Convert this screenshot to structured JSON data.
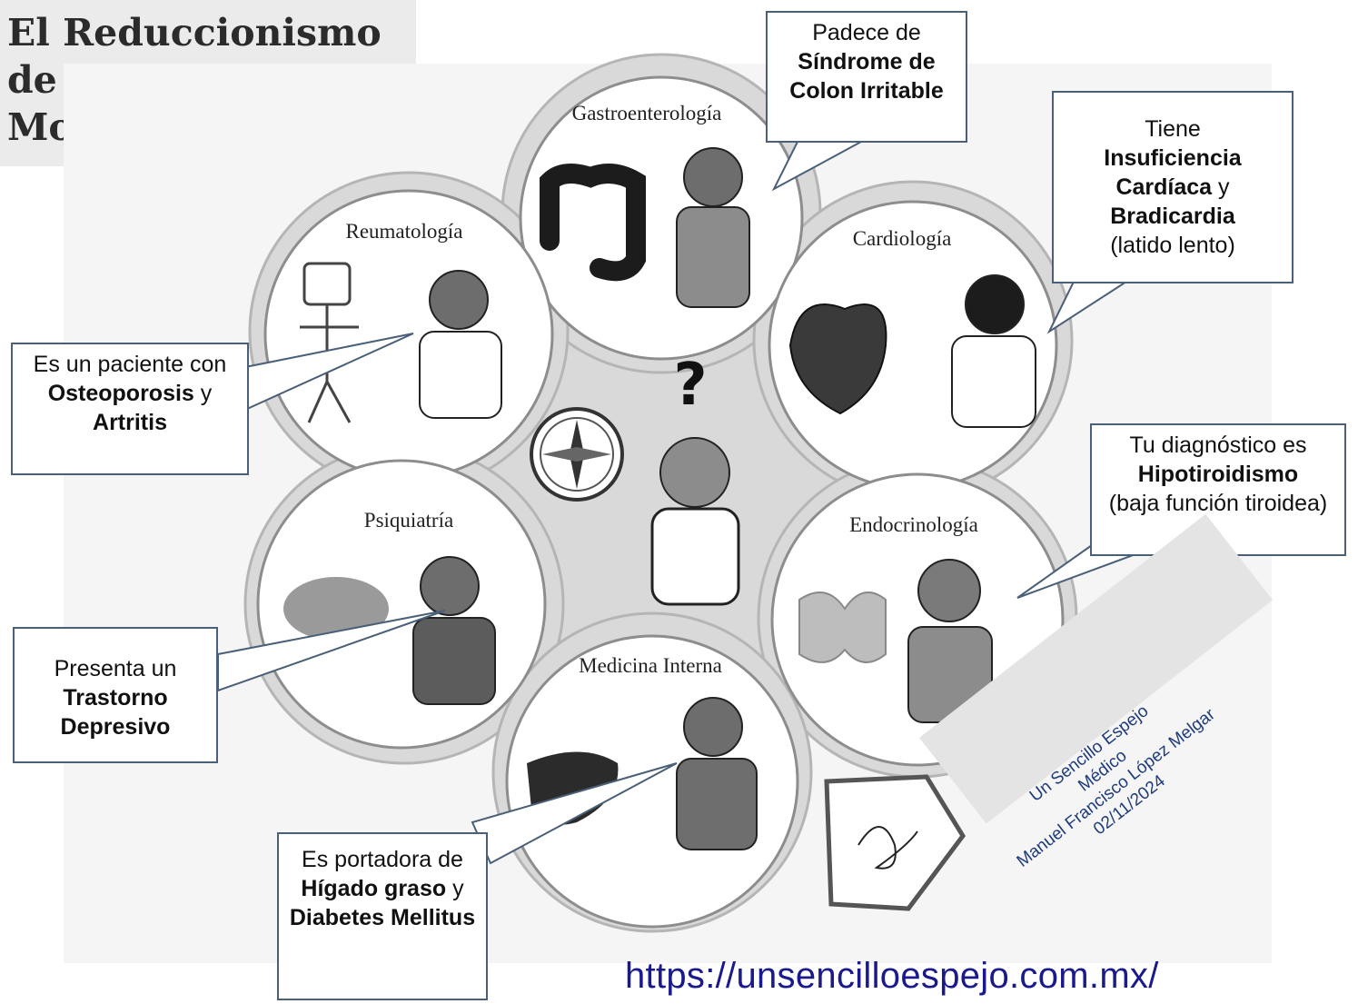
{
  "title": "El Reduccionismo\n de La Medicina\nModerna",
  "specialties": [
    {
      "key": "gastro",
      "label": "Gastroenterología"
    },
    {
      "key": "reuma",
      "label": "Reumatología"
    },
    {
      "key": "cardio",
      "label": "Cardiología"
    },
    {
      "key": "psiq",
      "label": "Psiquiatría"
    },
    {
      "key": "endo",
      "label": "Endocrinología"
    },
    {
      "key": "interna",
      "label": "Medicina Interna"
    }
  ],
  "callouts": {
    "gastro": {
      "pre": "Padece de",
      "bold": "Síndrome de Colon Irritable",
      "post": ""
    },
    "cardio": {
      "pre": "Tiene",
      "bold1": "Insuficiencia Cardíaca",
      "mid": " y ",
      "bold2": "Bradicardia",
      "post": "(latido lento)"
    },
    "reuma": {
      "pre": "Es un paciente con",
      "bold1": "Osteoporosis",
      "mid": " y ",
      "bold2": "Artritis"
    },
    "endo": {
      "pre": "Tu diagnóstico es",
      "bold": "Hipotiroidismo",
      "post": "(baja función tiroidea)"
    },
    "psiq": {
      "pre": "Presenta un",
      "bold": "Trastorno Depresivo"
    },
    "interna": {
      "pre": "Es portadora de",
      "bold1": "Hígado graso",
      "mid": " y ",
      "bold2": "Diabetes Mellitus"
    }
  },
  "center_symbol": "?",
  "signature": {
    "line1": "Un Sencillo Espejo",
    "line2": "Médico",
    "line3": "Manuel Francisco López Melgar",
    "line4": "02/11/2024"
  },
  "url": "https://unsencilloespejo.com.mx/",
  "colors": {
    "callout_border": "#4a5f78",
    "url": "#1a1a8c",
    "flower": "#d9d9d9",
    "circle": "#ffffff"
  }
}
